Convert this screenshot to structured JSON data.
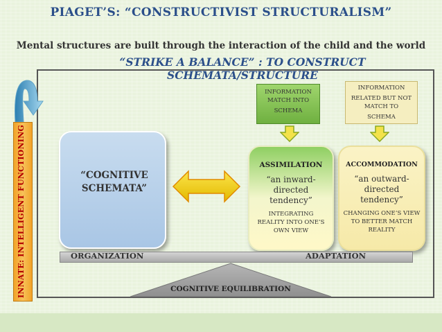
{
  "title": "PIAGET’S: “CONSTRUCTIVIST STRUCTURALISM”",
  "subtitle": "Mental structures are built through the interaction of the child and the world",
  "subtitle2": "“STRIKE A BALANCE” : TO CONSTRUCT SCHEMATA/STRUCTURE",
  "side_label": "INNATE: INTELLIGENT FUNCTIONING",
  "schemata": {
    "line1": "“COGNITIVE",
    "line2": "SCHEMATA”"
  },
  "info_match": {
    "line1": "INFORMATION",
    "line2": "MATCH INTO",
    "line3": "SCHEMA"
  },
  "info_related": {
    "line1": "INFORMATION",
    "line2": "RELATED BUT NOT",
    "line3": "MATCH TO",
    "line4": "SCHEMA"
  },
  "assimilation": {
    "title": "ASSIMILATION",
    "quote1": "“an inward-",
    "quote2": "directed",
    "quote3": "tendency”",
    "note1": "INTEGRATING",
    "note2": "REALITY INTO ONE’S",
    "note3": "OWN VIEW"
  },
  "accommodation": {
    "title": "ACCOMMODATION",
    "quote1": "“an outward-",
    "quote2": "directed",
    "quote3": "tendency”",
    "note1": "CHANGING ONE’S VIEW",
    "note2": "TO BETTER MATCH",
    "note3": "REALITY"
  },
  "organization": "ORGANIZATION",
  "adaptation": "ADAPTATION",
  "equilibration": "COGNITIVE EQUILIBRATION",
  "colors": {
    "title_blue": "#2b4f8a",
    "side_orange": "#f2a329",
    "side_red": "#b40000",
    "schemata_blue": "#a9c6e5",
    "assim_green": "#8fcf62",
    "accom_yellow": "#f6e9a8",
    "arrow_yellow": "#f5d20c"
  }
}
